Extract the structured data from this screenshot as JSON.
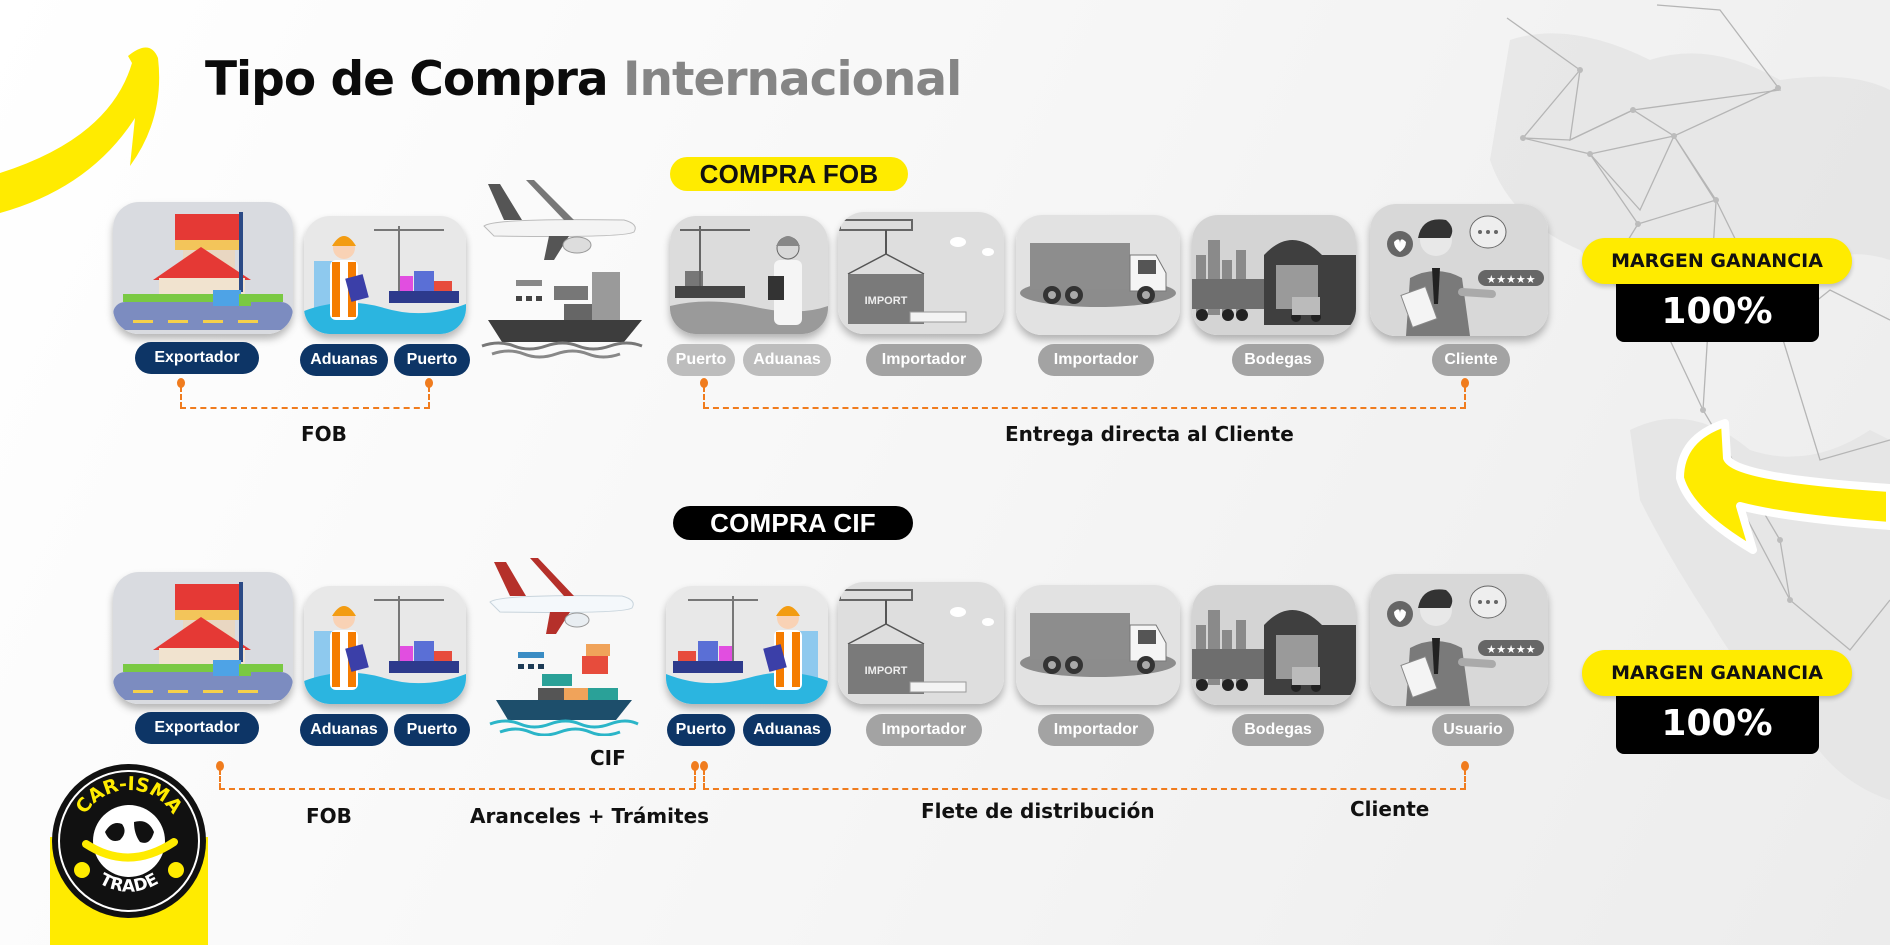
{
  "title": {
    "part1": "Tipo de Compra",
    "part2": "Internacional"
  },
  "colors": {
    "yellow": "#ffeb00",
    "navy": "#0d3566",
    "gray_tag": "#a3a3a3",
    "orange_connector": "#f07c1e",
    "black": "#000000"
  },
  "fob": {
    "heading": "COMPRA FOB",
    "cards": [
      {
        "id": "exportador",
        "icon": "factory-warehouse-icon",
        "tags": [
          "Exportador"
        ],
        "style": "color"
      },
      {
        "id": "aduanas-puerto",
        "icon": "customs-agent-port-icon",
        "tags": [
          "Aduanas",
          "Puerto"
        ],
        "style": "color"
      },
      {
        "id": "transporte",
        "icon": "plane-and-cargo-ship-icon",
        "tags": [],
        "style": "grayscale"
      },
      {
        "id": "puerto-aduanas",
        "icon": "customs-agent-port-icon",
        "tags": [
          "Puerto",
          "Aduanas"
        ],
        "style": "grayscale"
      },
      {
        "id": "importador-1",
        "icon": "import-container-crane-icon",
        "tags": [
          "Importador"
        ],
        "style": "grayscale"
      },
      {
        "id": "importador-2",
        "icon": "delivery-truck-icon",
        "tags": [
          "Importador"
        ],
        "style": "grayscale"
      },
      {
        "id": "bodegas",
        "icon": "warehouse-forklift-icon",
        "tags": [
          "Bodegas"
        ],
        "style": "grayscale"
      },
      {
        "id": "cliente",
        "icon": "customer-review-icon",
        "tags": [
          "Cliente"
        ],
        "style": "grayscale"
      }
    ],
    "brackets": [
      {
        "label": "FOB"
      },
      {
        "label": "Entrega directa al Cliente"
      }
    ],
    "margin": {
      "label": "MARGEN GANANCIA",
      "value": "100%"
    }
  },
  "cif": {
    "heading": "COMPRA CIF",
    "transport_label": "CIF",
    "cards": [
      {
        "id": "exportador",
        "icon": "factory-warehouse-icon",
        "tags": [
          "Exportador"
        ],
        "style": "color"
      },
      {
        "id": "aduanas-puerto",
        "icon": "customs-agent-port-icon",
        "tags": [
          "Aduanas",
          "Puerto"
        ],
        "style": "color"
      },
      {
        "id": "transporte",
        "icon": "plane-and-cargo-ship-icon",
        "tags": [],
        "style": "color"
      },
      {
        "id": "puerto-aduanas",
        "icon": "customs-agent-port-icon",
        "tags": [
          "Puerto",
          "Aduanas"
        ],
        "style": "color"
      },
      {
        "id": "importador-1",
        "icon": "import-container-crane-icon",
        "tags": [
          "Importador"
        ],
        "style": "grayscale"
      },
      {
        "id": "importador-2",
        "icon": "delivery-truck-icon",
        "tags": [
          "Importador"
        ],
        "style": "grayscale"
      },
      {
        "id": "bodegas",
        "icon": "warehouse-forklift-icon",
        "tags": [
          "Bodegas"
        ],
        "style": "grayscale"
      },
      {
        "id": "usuario",
        "icon": "customer-review-icon",
        "tags": [
          "Usuario"
        ],
        "style": "grayscale"
      }
    ],
    "brackets": [
      {
        "label": "FOB"
      },
      {
        "label": "Aranceles + Trámites"
      },
      {
        "label": "Flete de distribución"
      },
      {
        "label": "Cliente"
      }
    ],
    "margin": {
      "label": "MARGEN GANANCIA",
      "value": "100%"
    }
  },
  "logo": {
    "top_text": "CAR-ISMA",
    "bottom_text": "TRADE"
  }
}
